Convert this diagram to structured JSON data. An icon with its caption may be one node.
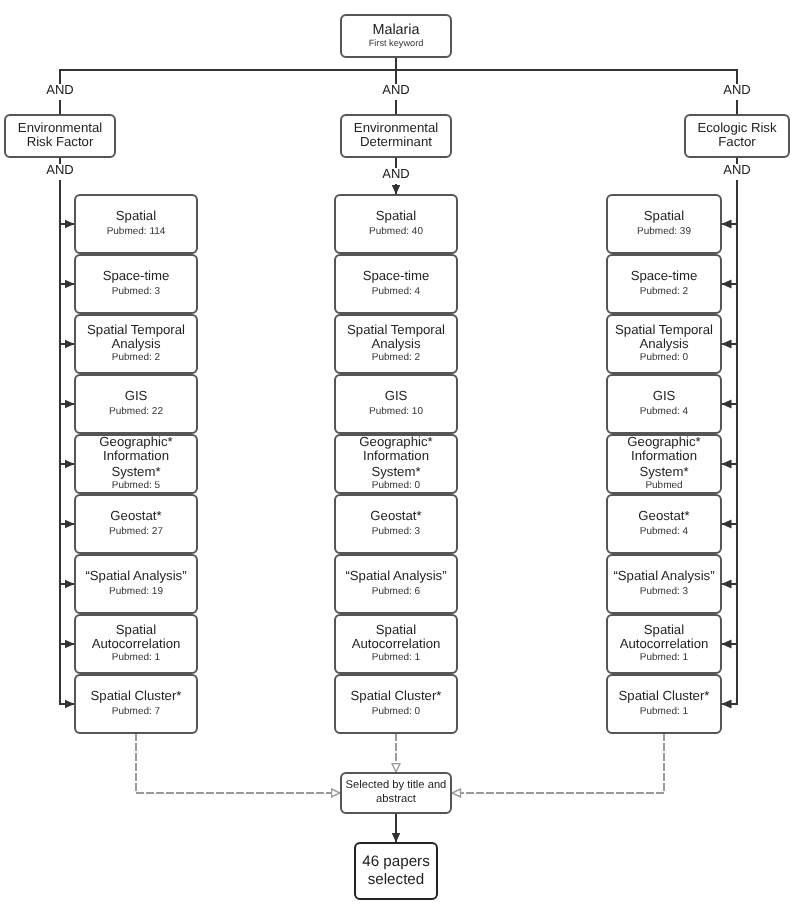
{
  "diagram": {
    "nodes": [
      {
        "text": [
          "Malaria",
          "First keyword"
        ]
      },
      {
        "text": [
          "Environmental Risk Factor"
        ]
      },
      {
        "text": [
          "Environmental Determinant"
        ]
      },
      {
        "text": [
          "Ecologic Risk Factor"
        ]
      },
      {
        "text": [
          "Spatial",
          "Pubmed: 114"
        ]
      },
      {
        "text": [
          "Space-time",
          "Pubmed: 3"
        ]
      },
      {
        "text": [
          "Spatial Temporal Analysis",
          "Pubmed: 2"
        ]
      },
      {
        "text": [
          "GIS",
          "Pubmed: 22"
        ]
      },
      {
        "text": [
          "Geographic* Information System*",
          "Pubmed: 5"
        ]
      },
      {
        "text": [
          "Geostat*",
          "Pubmed: 27"
        ]
      },
      {
        "text": [
          "“Spatial Analysis”",
          "Pubmed: 19"
        ]
      },
      {
        "text": [
          "Spatial Autocorrelation",
          "Pubmed: 1"
        ]
      },
      {
        "text": [
          "Spatial Cluster*",
          "Pubmed: 7"
        ]
      },
      {
        "text": [
          "Spatial",
          "Pubmed: 40"
        ]
      },
      {
        "text": [
          "Space-time",
          "Pubmed: 4"
        ]
      },
      {
        "text": [
          "Spatial Temporal Analysis",
          "Pubmed: 2"
        ]
      },
      {
        "text": [
          "GIS",
          "Pubmed: 10"
        ]
      },
      {
        "text": [
          "Geographic* Information System*",
          "Pubmed: 0"
        ]
      },
      {
        "text": [
          "Geostat*",
          "Pubmed: 3"
        ]
      },
      {
        "text": [
          "“Spatial Analysis”",
          "Pubmed: 6"
        ]
      },
      {
        "text": [
          "Spatial Autocorrelation",
          "Pubmed: 1"
        ]
      },
      {
        "text": [
          "Spatial Cluster*",
          "Pubmed: 0"
        ]
      },
      {
        "text": [
          "Spatial",
          "Pubmed: 39"
        ]
      },
      {
        "text": [
          "Space-time",
          "Pubmed: 2"
        ]
      },
      {
        "text": [
          "Spatial Temporal Analysis",
          "Pubmed: 0"
        ]
      },
      {
        "text": [
          "GIS",
          "Pubmed: 4"
        ]
      },
      {
        "text": [
          "Geographic* Information System*",
          "Pubmed"
        ]
      },
      {
        "text": [
          "Geostat*",
          "Pubmed: 4"
        ]
      },
      {
        "text": [
          "“Spatial Analysis”",
          "Pubmed: 3"
        ]
      },
      {
        "text": [
          "Spatial Autocorrelation",
          "Pubmed: 1"
        ]
      },
      {
        "text": [
          "Spatial Cluster*",
          "Pubmed: 1"
        ]
      },
      {
        "text": [
          "Selected by title and abstract"
        ]
      },
      {
        "text": [
          "46 papers selected"
        ]
      }
    ],
    "edges": [
      {
        "from": 0,
        "to": 1,
        "arrow": "none",
        "label": "AND"
      },
      {
        "from": 0,
        "to": 2,
        "arrow": "none",
        "label": "AND"
      },
      {
        "from": 0,
        "to": 3,
        "arrow": "none",
        "label": "AND"
      },
      {
        "from": 1,
        "to": 4,
        "arrow": "to",
        "label": "AND"
      },
      {
        "from": 1,
        "to": 5,
        "arrow": "to"
      },
      {
        "from": 1,
        "to": 6,
        "arrow": "to"
      },
      {
        "from": 1,
        "to": 7,
        "arrow": "to"
      },
      {
        "from": 1,
        "to": 8,
        "arrow": "to"
      },
      {
        "from": 1,
        "to": 9,
        "arrow": "to"
      },
      {
        "from": 1,
        "to": 10,
        "arrow": "to"
      },
      {
        "from": 1,
        "to": 11,
        "arrow": "to"
      },
      {
        "from": 1,
        "to": 12,
        "arrow": "to"
      },
      {
        "from": 2,
        "to": 13,
        "arrow": "to",
        "label": "AND"
      },
      {
        "from": 3,
        "to": 22,
        "arrow": "to",
        "label": "AND"
      },
      {
        "from": 3,
        "to": 23,
        "arrow": "to"
      },
      {
        "from": 3,
        "to": 24,
        "arrow": "to"
      },
      {
        "from": 3,
        "to": 25,
        "arrow": "to"
      },
      {
        "from": 3,
        "to": 26,
        "arrow": "to"
      },
      {
        "from": 3,
        "to": 27,
        "arrow": "to"
      },
      {
        "from": 3,
        "to": 28,
        "arrow": "to"
      },
      {
        "from": 3,
        "to": 29,
        "arrow": "to"
      },
      {
        "from": 3,
        "to": 30,
        "arrow": "to"
      },
      {
        "from": 12,
        "to": 31,
        "arrow": "to",
        "style": "dashed",
        "color": "#9a9a9a"
      },
      {
        "from": 21,
        "to": 31,
        "arrow": "to",
        "style": "dashed",
        "color": "#9a9a9a"
      },
      {
        "from": 30,
        "to": 31,
        "arrow": "to",
        "style": "dashed",
        "color": "#9a9a9a"
      },
      {
        "from": 31,
        "to": 32,
        "arrow": "to"
      }
    ]
  }
}
